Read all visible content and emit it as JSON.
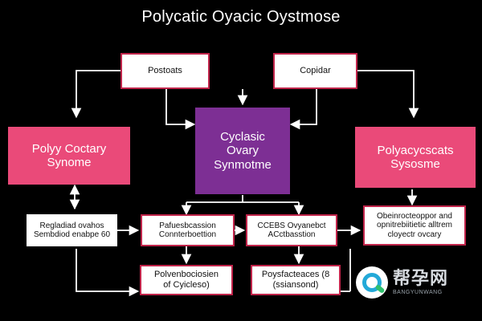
{
  "title": "Polycatic Oyacic Oystmose",
  "nodes": {
    "top_left": "Postoats",
    "top_right": "Copidar",
    "center": "Cyclasic Ovary Synmotme",
    "left": "Polyy Coctary Synome",
    "right": "Polyacycscats Sysosme",
    "bottom_1": "Regladiad ovahos Sembdiod enabpe 60",
    "bottom_2": "Pafuesbcassion Connterboettion",
    "bottom_3": "CCEBS Ovyanebct ACctbasstion",
    "bottom_4": "Obeinrocteoppor and opnitrebiitietic alltrem cloyectr ovcary",
    "lower_1": "Polvenbociosien of Cyicleso)",
    "lower_2": "Poysfacteaces (8 (ssiansond)"
  },
  "watermark": {
    "cn": "帮孕网",
    "en": "BANGYUNWANG"
  },
  "colors": {
    "background": "#000000",
    "pink": "#ea4a79",
    "purple": "#7d2f94",
    "border": "#c0244a",
    "line": "#ffffff"
  }
}
